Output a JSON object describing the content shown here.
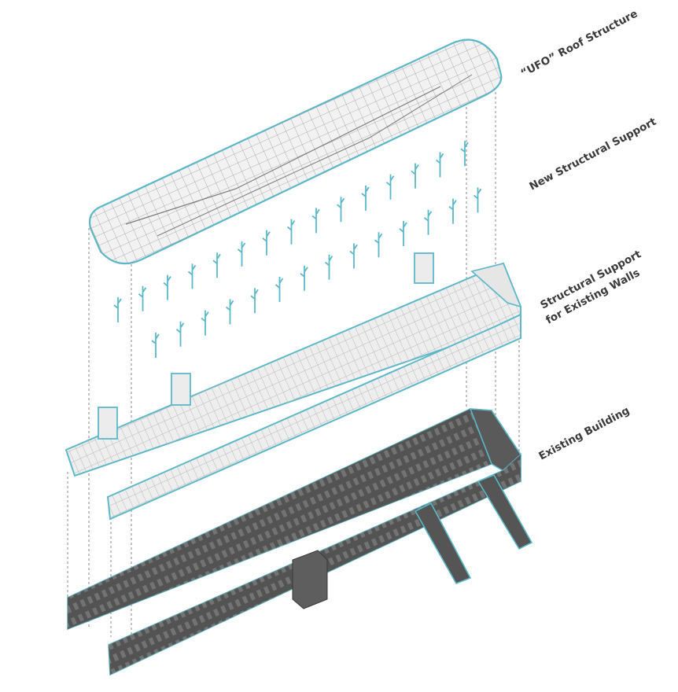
{
  "colors": {
    "accent": "#5bb8c9",
    "frame": "#cfcfcf",
    "building_dark": "#4a4a4a",
    "building_mid": "#6d6d6d",
    "label": "#3a3a3a"
  },
  "labels": {
    "roof": "“UFO” Roof Structure",
    "new_support": "New Structural Support",
    "wall_support_line1": "Structural Support",
    "wall_support_line2": "for Existing Walls",
    "existing": "Existing Building"
  }
}
